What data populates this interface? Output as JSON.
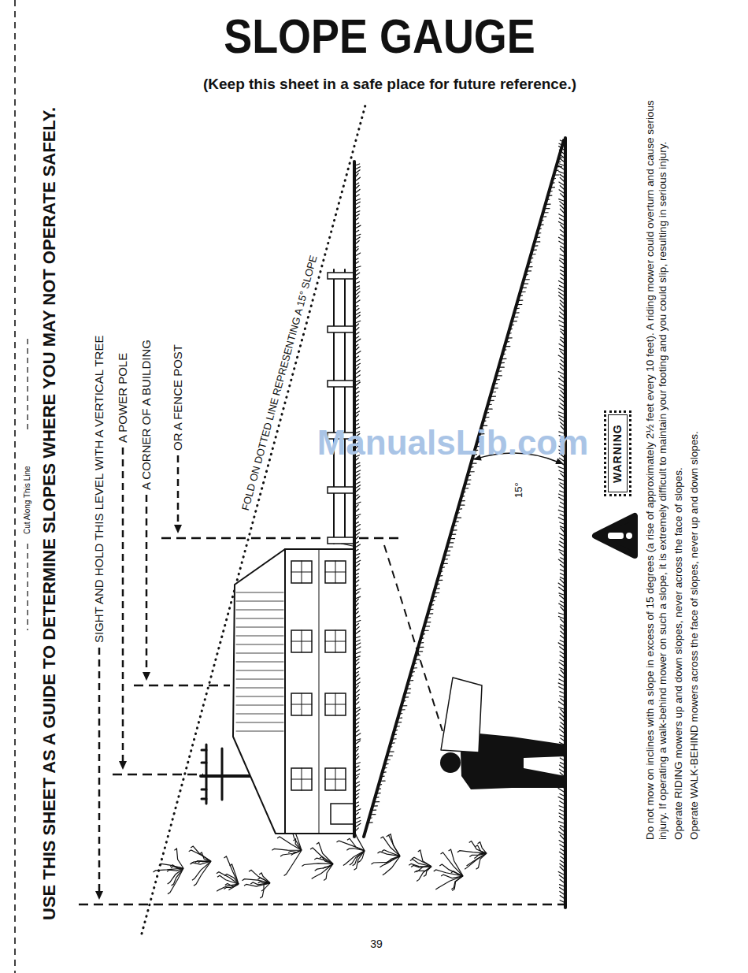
{
  "diagram": {
    "title": "SLOPE GAUGE",
    "nodes": [
      {
        "text": [
          "WARNING"
        ]
      }
    ],
    "labels": [
      "Cut Along This Line",
      "USE THIS SHEET AS A GUIDE TO DETERMINE SLOPES WHERE YOU MAY NOT OPERATE SAFELY.",
      "(Keep this sheet in a safe place for future reference.)",
      "SIGHT AND HOLD THIS LEVEL WITH A VERTICAL TREE",
      "A POWER POLE",
      "A CORNER OF A BUILDING",
      "OR A FENCE POST",
      "FOLD ON DOTTED LINE REPRESENTING A 15° SLOPE",
      "15°",
      "Do not mow on inclines with a slope in excess of 15 degrees (a rise of approximately 2½ feet every 10 feet). A riding mower could overturn and cause serious injury. If operating a walk-behind mower on such a slope, it is extremely difficult to maintain your footing and you could slip, resulting in serious injury.",
      "Operate RIDING mowers up and down slopes, never across the face of slopes.",
      "Operate WALK-BEHIND mowers across the face of slopes, never up and down slopes.",
      "ManualsLib.com",
      "39"
    ]
  }
}
